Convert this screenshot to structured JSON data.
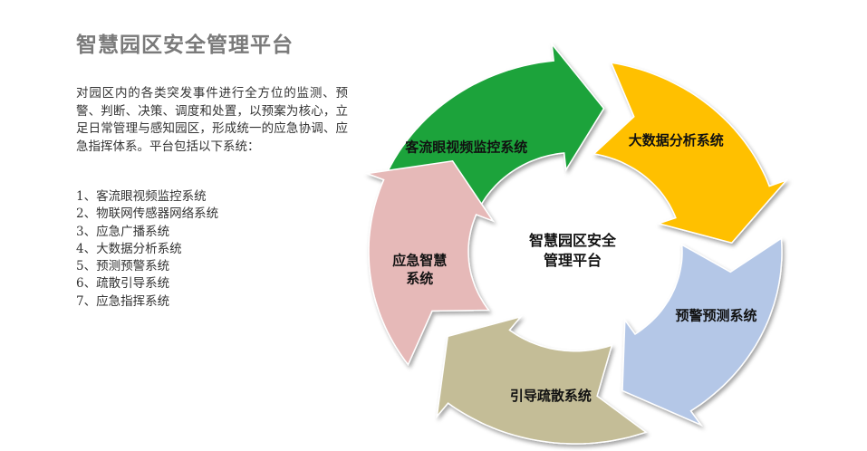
{
  "title": "智慧园区安全管理平台",
  "intro": "对园区内的各类突发事件进行全方位的监测、预警、判断、决策、调度和处置，以预案为核心，立足日常管理与感知园区，形成统一的应急协调、应急指挥体系。平台包括以下系统：",
  "systems": [
    "1、客流眼视频监控系统",
    "2、物联网传感器网络系统",
    "3、应急广播系统",
    "4、大数据分析系统",
    "5、预测预警系统",
    "6、疏散引导系统",
    "7、应急指挥系统"
  ],
  "diagram": {
    "center": [
      "智慧园区安全",
      "管理平台"
    ],
    "segments": [
      {
        "lines": [
          "客流眼视频监控系统"
        ],
        "color": "#1aa33a"
      },
      {
        "lines": [
          "大数据分析系统"
        ],
        "color": "#ffc000"
      },
      {
        "lines": [
          "预警预测系统"
        ],
        "color": "#b4c7e7"
      },
      {
        "lines": [
          "引导疏散系统"
        ],
        "color": "#c4bd97"
      },
      {
        "lines": [
          "应急智慧",
          "系统"
        ],
        "color": "#e6b9b8"
      }
    ]
  }
}
